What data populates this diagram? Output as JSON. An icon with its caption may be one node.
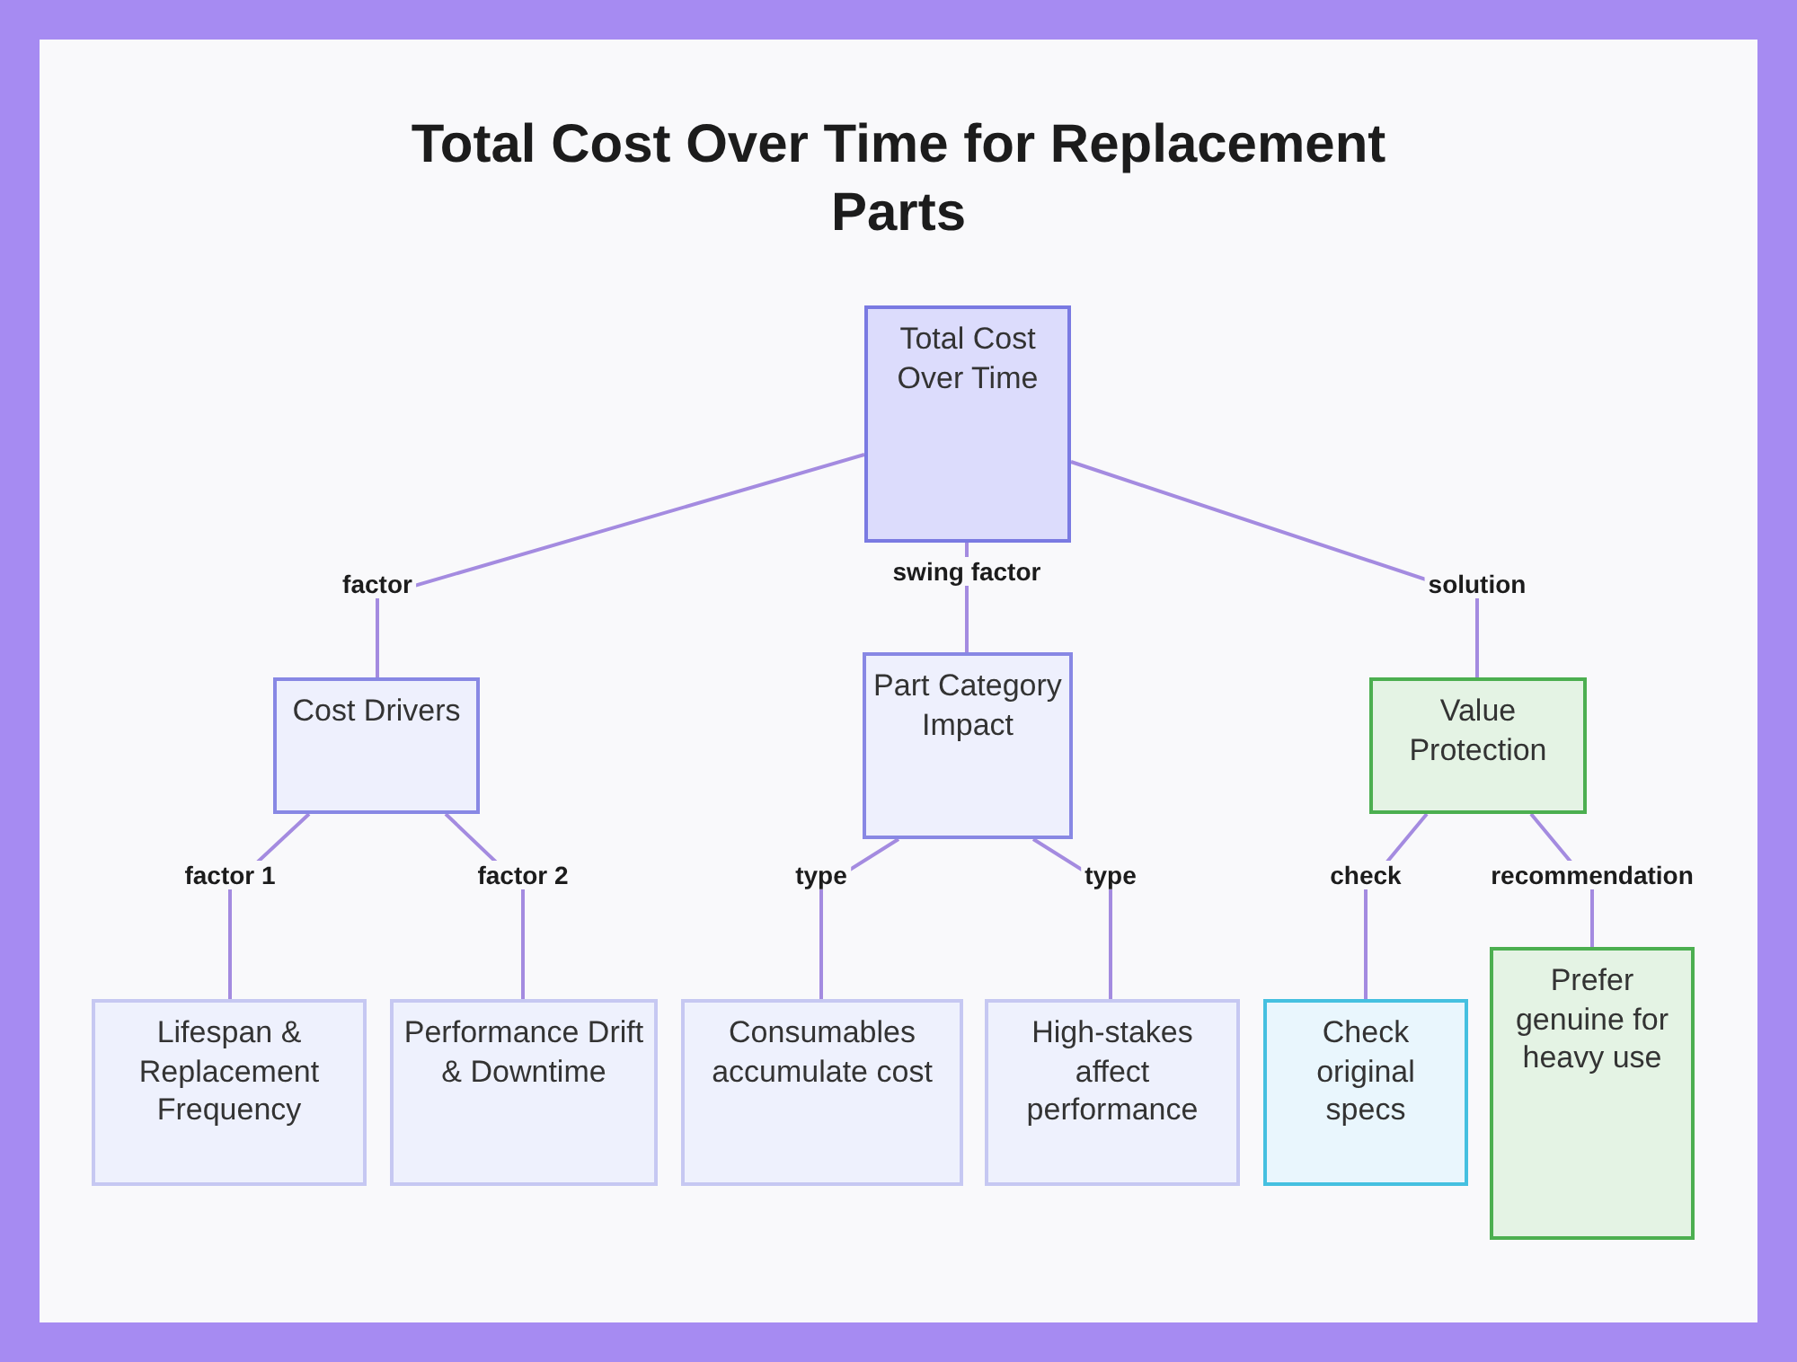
{
  "diagram": {
    "title": "Total Cost Over Time for Replacement Parts",
    "nodes": [
      {
        "text": [
          "Total Cost Over Time"
        ]
      },
      {
        "text": [
          "Cost Drivers"
        ]
      },
      {
        "text": [
          "Part Category Impact"
        ]
      },
      {
        "text": [
          "Value Protection"
        ]
      },
      {
        "text": [
          "Lifespan & Replacement Frequency"
        ]
      },
      {
        "text": [
          "Performance Drift & Downtime"
        ]
      },
      {
        "text": [
          "Consumables accumulate cost"
        ]
      },
      {
        "text": [
          "High-stakes affect performance"
        ]
      },
      {
        "text": [
          "Check original specs"
        ]
      },
      {
        "text": [
          "Prefer genuine for heavy use"
        ]
      }
    ],
    "edges": [
      {
        "from": 0,
        "to": 1,
        "arrow": "none",
        "label": "factor"
      },
      {
        "from": 0,
        "to": 2,
        "arrow": "none",
        "label": "swing factor"
      },
      {
        "from": 0,
        "to": 3,
        "arrow": "none",
        "label": "solution"
      },
      {
        "from": 1,
        "to": 4,
        "arrow": "none",
        "label": "factor 1"
      },
      {
        "from": 1,
        "to": 5,
        "arrow": "none",
        "label": "factor 2"
      },
      {
        "from": 2,
        "to": 6,
        "arrow": "none",
        "label": "type"
      },
      {
        "from": 2,
        "to": 7,
        "arrow": "none",
        "label": "type"
      },
      {
        "from": 3,
        "to": 8,
        "arrow": "none",
        "label": "check"
      },
      {
        "from": 3,
        "to": 9,
        "arrow": "none",
        "label": "recommendation"
      }
    ]
  }
}
